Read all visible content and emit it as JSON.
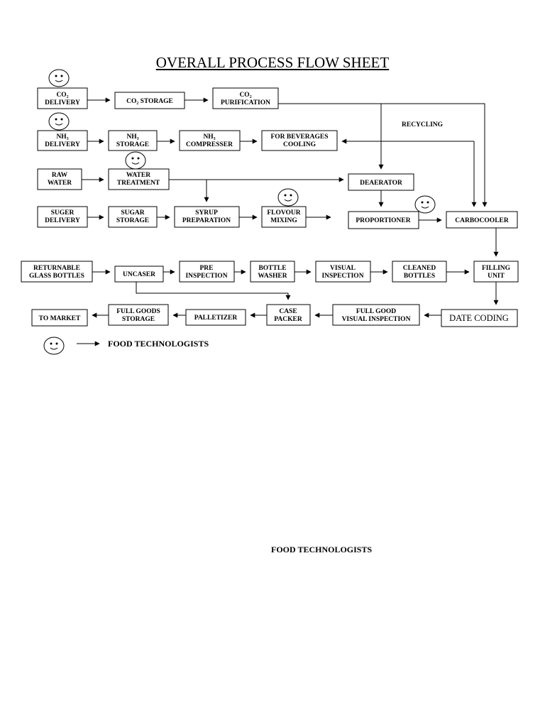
{
  "title": "OVERALL PROCESS FLOW SHEET",
  "recycling_label": "RECYCLING",
  "legend_label": "FOOD TECHNOLOGISTS",
  "footer_label": "FOOD TECHNOLOGISTS",
  "nodes": {
    "co2_delivery": [
      "CO₂",
      "DELIVERY"
    ],
    "co2_storage": [
      "CO₂ STORAGE"
    ],
    "co2_purification": [
      "CO₂",
      "PURIFICATION"
    ],
    "nh3_delivery": [
      "NH₃",
      "DELIVERY"
    ],
    "nh3_storage": [
      "NH₃",
      "STORAGE"
    ],
    "nh3_compresser": [
      "NH₃",
      "COMPRESSER"
    ],
    "beverages_cooling": [
      "FOR BEVERAGES",
      "COOLING"
    ],
    "raw_water": [
      "RAW",
      "WATER"
    ],
    "water_treatment": [
      "WATER",
      "TREATMENT"
    ],
    "deaerator": [
      "DEAERATOR"
    ],
    "suger_delivery": [
      "SUGER",
      "DELIVERY"
    ],
    "sugar_storage": [
      "SUGAR",
      "STORAGE"
    ],
    "syrup_preparation": [
      "SYRUP",
      "PREPARATION"
    ],
    "flovour_mixing": [
      "FLOVOUR",
      "MIXING"
    ],
    "proportioner": [
      "PROPORTIONER"
    ],
    "carbocooler": [
      "CARBOCOOLER"
    ],
    "returnable_bottles": [
      "RETURNABLE",
      "GLASS BOTTLES"
    ],
    "uncaser": [
      "UNCASER"
    ],
    "pre_inspection": [
      "PRE",
      "INSPECTION"
    ],
    "bottle_washer": [
      "BOTTLE",
      "WASHER"
    ],
    "visual_inspection": [
      "VISUAL",
      "INSPECTION"
    ],
    "cleaned_bottles": [
      "CLEANED",
      "BOTTLES"
    ],
    "filling_unit": [
      "FILLING",
      "UNIT"
    ],
    "to_market": [
      "TO MARKET"
    ],
    "full_goods_storage": [
      "FULL GOODS",
      "STORAGE"
    ],
    "palletizer": [
      "PALLETIZER"
    ],
    "case_packer": [
      "CASE",
      "PACKER"
    ],
    "full_good_visual": [
      "FULL GOOD",
      "VISUAL INSPECTION"
    ],
    "date_coding": [
      "DATE CODING"
    ]
  },
  "icons": {
    "smiley": "smiley-face-icon",
    "arrow": "arrow-right-icon"
  },
  "colors": {
    "ink": "#000000",
    "paper": "#ffffff"
  }
}
